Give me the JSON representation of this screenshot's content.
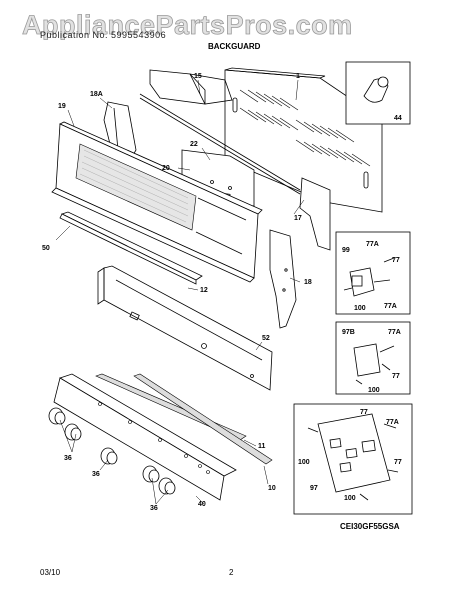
{
  "watermark": "AppliancePartsPros.com",
  "header": {
    "subheader": "Publication No. 5995543906",
    "section_title": "BACKGUARD"
  },
  "parts": {
    "p1": "1",
    "p10": "10",
    "p11": "11",
    "p12": "12",
    "p15": "15",
    "p17": "17",
    "p18": "18",
    "p18a": "18A",
    "p19": "19",
    "p20": "20",
    "p22": "22",
    "p36a": "36",
    "p36b": "36",
    "p36c": "36",
    "p40": "40",
    "p44": "44",
    "p50": "50",
    "p52": "52",
    "inset1_99": "99",
    "inset1_77a_top": "77A",
    "inset1_77": "77",
    "inset1_100": "100",
    "inset1_77a_bot": "77A",
    "inset2_97b": "97B",
    "inset2_77a": "77A",
    "inset2_100": "100",
    "inset2_77": "77",
    "inset3_77": "77",
    "inset3_77a": "77A",
    "inset3_100a": "100",
    "inset3_97": "97",
    "inset3_77b": "77",
    "inset3_100b": "100"
  },
  "footer": {
    "model": "CEI30GF55GSA",
    "date": "03/10",
    "page": "2"
  }
}
